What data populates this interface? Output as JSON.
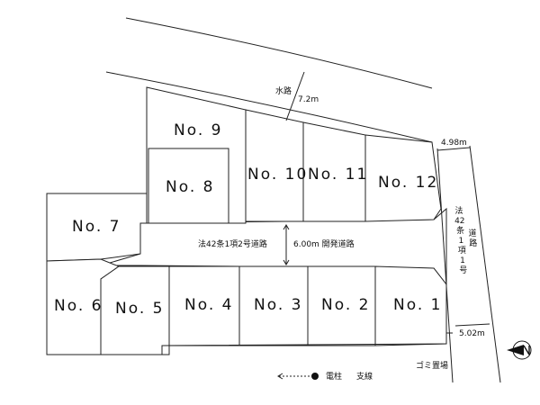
{
  "lots": [
    {
      "id": "lot-1",
      "label": "No. 1"
    },
    {
      "id": "lot-2",
      "label": "No. 2"
    },
    {
      "id": "lot-3",
      "label": "No. 3"
    },
    {
      "id": "lot-4",
      "label": "No. 4"
    },
    {
      "id": "lot-5",
      "label": "No. 5"
    },
    {
      "id": "lot-6",
      "label": "No. 6"
    },
    {
      "id": "lot-7",
      "label": "No. 7"
    },
    {
      "id": "lot-8",
      "label": "No. 8"
    },
    {
      "id": "lot-9",
      "label": "No. 9"
    },
    {
      "id": "lot-10",
      "label": "No. 10"
    },
    {
      "id": "lot-11",
      "label": "No. 11"
    },
    {
      "id": "lot-12",
      "label": "No. 12"
    }
  ],
  "waterway": {
    "name": "水路",
    "width": "7.2m"
  },
  "internal_road": {
    "classification": "法42条1項2号道路",
    "width_label": "6.00m 開発道路"
  },
  "side_road": {
    "classification_chars": [
      "法",
      "42",
      "条",
      "1",
      "項",
      "1",
      "号"
    ],
    "label_chars": [
      "道",
      "路"
    ],
    "width_top": "4.98m",
    "width_bottom": "5.02m"
  },
  "garbage_area": "ゴミ置場",
  "legend": {
    "pole": "電柱",
    "guy_wire": "支線"
  }
}
